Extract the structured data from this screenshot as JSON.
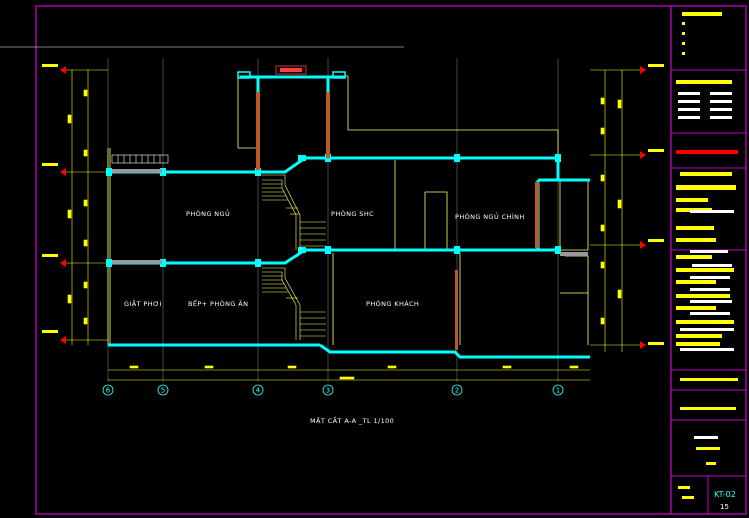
{
  "drawing": {
    "title": "MẶT CẮT A-A _TL 1/100",
    "rooms": [
      "PHÒNG NGỦ",
      "PHÒNG SHC",
      "PHÒNG NGỦ CHÍNH",
      "GIẶT PHƠI",
      "BẾP+ PHÒNG ĂN",
      "PHÒNG KHÁCH"
    ],
    "axes": [
      "6",
      "5",
      "4",
      "3",
      "2",
      "1"
    ]
  },
  "title_block": {
    "sheet_code": "KT-02",
    "sheet_number": "15"
  },
  "colors": {
    "background": "#000000",
    "frame": "#ff00ff",
    "wall_cut": "#00ffff",
    "outline": "#ffff66",
    "dimension": "#ffff00",
    "level_marker": "#ff0000",
    "column": "#b85a2a"
  }
}
